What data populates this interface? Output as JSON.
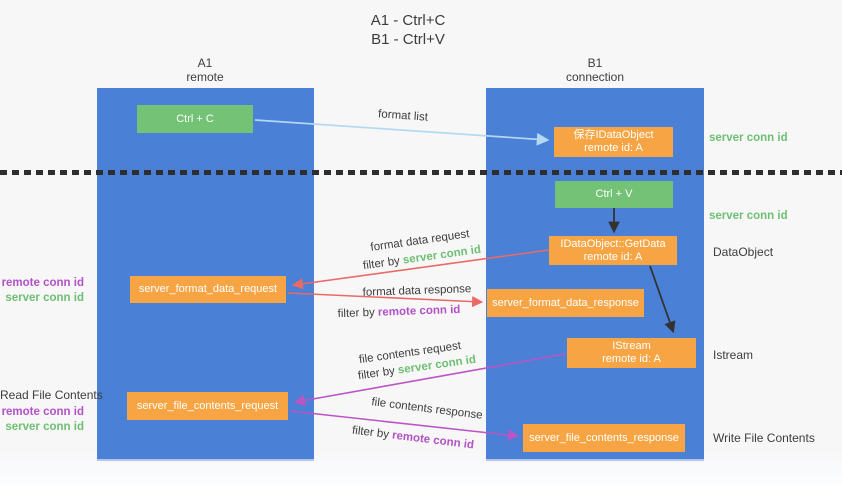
{
  "palette": {
    "lane_blue": "#4a80d5",
    "box_orange": "#f7a544",
    "box_green": "#74c276",
    "arrow_blue": "#b3d9f2",
    "arrow_red": "#e96a66",
    "arrow_purple": "#bb54c4",
    "arrow_black": "#333333",
    "text_green": "#6ebf72",
    "text_purple": "#b351c6",
    "text_dark": "#3d3d3d",
    "page_bg": "#f7f7f8",
    "dash_color": "#2e2e2e"
  },
  "title": {
    "line1": "A1 - Ctrl+C",
    "line2": "B1 - Ctrl+V"
  },
  "lanes": {
    "left": {
      "header_line1": "A1",
      "header_line2": "remote"
    },
    "right": {
      "header_line1": "B1",
      "header_line2": "connection"
    }
  },
  "boxes": {
    "ctrl_c": {
      "label": "Ctrl + C"
    },
    "save_dataobject": {
      "line1": "保存IDataObject",
      "line2": "remote id: A"
    },
    "ctrl_v": {
      "label": "Ctrl + V"
    },
    "getdata": {
      "line1": "IDataObject::GetData",
      "line2": "remote id: A"
    },
    "format_request": {
      "label": "server_format_data_request"
    },
    "format_response": {
      "label": "server_format_data_response"
    },
    "istream": {
      "line1": "IStream",
      "line2": "remote id: A"
    },
    "file_request": {
      "label": "server_file_contents_request"
    },
    "file_response": {
      "label": "server_file_contents_response"
    }
  },
  "flow_labels": {
    "format_list": {
      "text": "format list"
    },
    "format_data_request": {
      "text": "format data request"
    },
    "filter_by_server_1": {
      "prefix": "filter by ",
      "highlight": "server conn id"
    },
    "format_data_response": {
      "text": "format data response"
    },
    "filter_by_remote_1": {
      "prefix": "filter by ",
      "highlight": "remote conn id"
    },
    "file_contents_request": {
      "text": "file contents request"
    },
    "filter_by_server_2": {
      "prefix": "filter by ",
      "highlight": "server conn id"
    },
    "file_contents_response": {
      "text": "file contents response"
    },
    "filter_by_remote_2": {
      "prefix": "filter by ",
      "highlight": "remote conn id"
    }
  },
  "side_labels": {
    "right_server_conn_top": "server conn id",
    "right_server_conn_mid": "server conn id",
    "dataobject": "DataObject",
    "istream": "Istream",
    "write_file_contents": "Write File Contents",
    "left_remote_conn_1": "remote conn id",
    "left_server_conn_1": "server conn id",
    "read_file_contents": "Read File Contents",
    "left_remote_conn_2": "remote conn id",
    "left_server_conn_2": "server conn id"
  }
}
